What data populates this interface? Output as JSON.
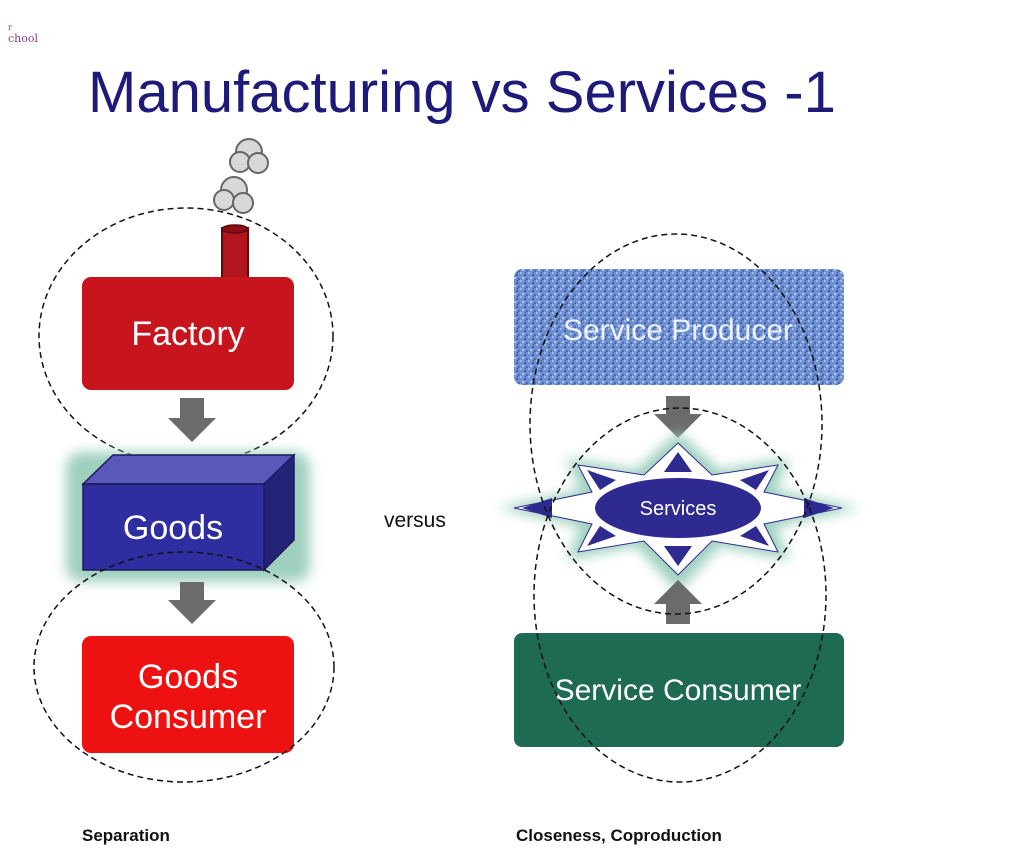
{
  "slide": {
    "logo_fragment": "chool",
    "title": "Manufacturing vs Services -1"
  },
  "manufacturing": {
    "factory_label": "Factory",
    "goods_label": "Goods",
    "consumer_line1": "Goods",
    "consumer_line2": "Consumer",
    "caption": "Separation"
  },
  "middle": {
    "versus_label": "versus"
  },
  "services": {
    "producer_label": "Service Producer",
    "services_label": "Services",
    "consumer_label": "Service Consumer",
    "caption": "Closeness, Coproduction"
  },
  "colors": {
    "title": "#1d1a7a",
    "factory": "#c8141c",
    "goods": "#2e2ea0",
    "goods_consumer": "#ee1111",
    "service_producer": "#5c7fc4",
    "services_star": "#2f2a90",
    "service_consumer": "#1f6a52",
    "arrow": "#6b6b6b"
  }
}
